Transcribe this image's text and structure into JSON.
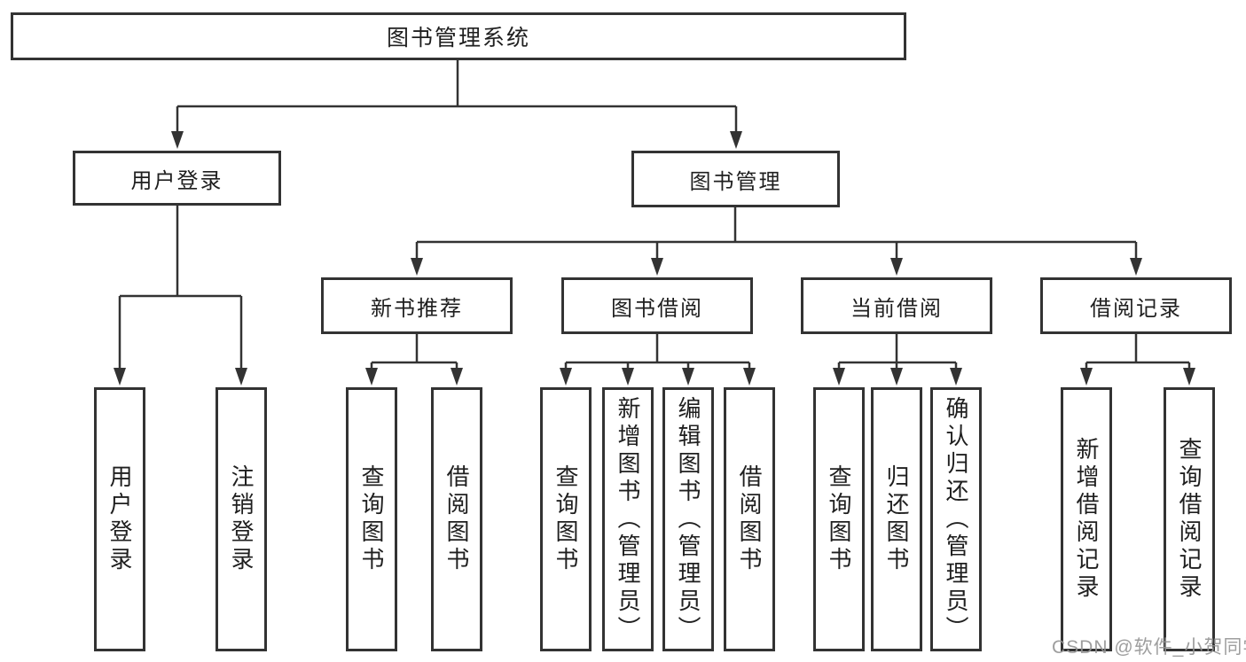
{
  "colors": {
    "line": "#333333",
    "box_border": "#333333",
    "text": "#1f1f1f",
    "background": "#ffffff",
    "watermark": "#949494"
  },
  "root": {
    "label": "图书管理系统"
  },
  "level2": [
    {
      "label": "用户登录"
    },
    {
      "label": "图书管理"
    }
  ],
  "level3": [
    {
      "label": "新书推荐"
    },
    {
      "label": "图书借阅"
    },
    {
      "label": "当前借阅"
    },
    {
      "label": "借阅记录"
    }
  ],
  "leaves": {
    "user_login": [
      {
        "label": "用户登录"
      },
      {
        "label": "注销登录"
      }
    ],
    "new_book": [
      {
        "label": "查询图书"
      },
      {
        "label": "借阅图书"
      }
    ],
    "book_borrow": [
      {
        "label": "查询图书"
      },
      {
        "label": "新增图书（管理员）"
      },
      {
        "label": "编辑图书（管理员）"
      },
      {
        "label": "借阅图书"
      }
    ],
    "current_borrow": [
      {
        "label": "查询图书"
      },
      {
        "label": "归还图书"
      },
      {
        "label": "确认归还（管理员）"
      }
    ],
    "borrow_records": [
      {
        "label": "新增借阅记录"
      },
      {
        "label": "查询借阅记录"
      }
    ]
  },
  "watermark": "CSDN @软件_小贺同学"
}
